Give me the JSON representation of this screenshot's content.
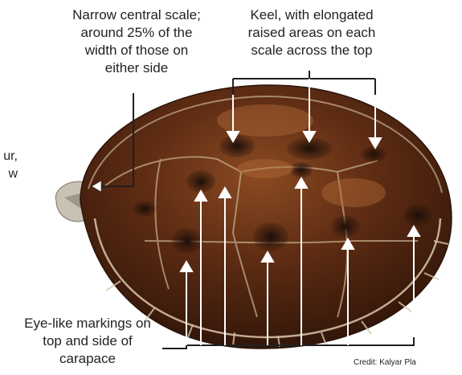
{
  "labels": {
    "central_scale": "Narrow central scale;\naround 25% of the\nwidth of those on\neither side",
    "keel": "Keel, with elongated\nraised areas on each\nscale across the top",
    "eye_markings": "Eye-like markings on\ntop and side of\ncarapace",
    "cut_off_left": "ur,\nw"
  },
  "credit": "Credit: Kalyar Pla",
  "colors": {
    "shell_dark": "#3a1c0c",
    "shell_mid": "#6b3418",
    "shell_light": "#9a5a2c",
    "seam": "#d8c7a8",
    "arrow": "#ffffff",
    "leader": "#231f20"
  }
}
